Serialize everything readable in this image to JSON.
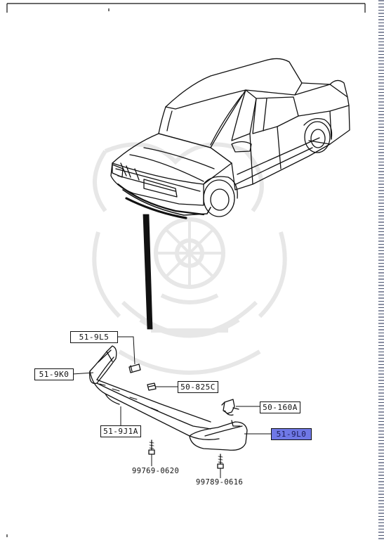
{
  "callouts": {
    "front_spoiler_side": "51-9L5",
    "front_spoiler_left": "51-9K0",
    "clip": "50-825C",
    "bracket": "50-160A",
    "front_spoiler_center": "51-9J1A",
    "front_spoiler_right": "51-9L0"
  },
  "bolts": {
    "left_bolt": "99769-0620",
    "right_bolt": "99789-0616"
  },
  "colors": {
    "line": "#111111",
    "watermark": "#e9e9e9",
    "highlight": "#6f78e6",
    "edge_stripe": "#4a5570"
  }
}
